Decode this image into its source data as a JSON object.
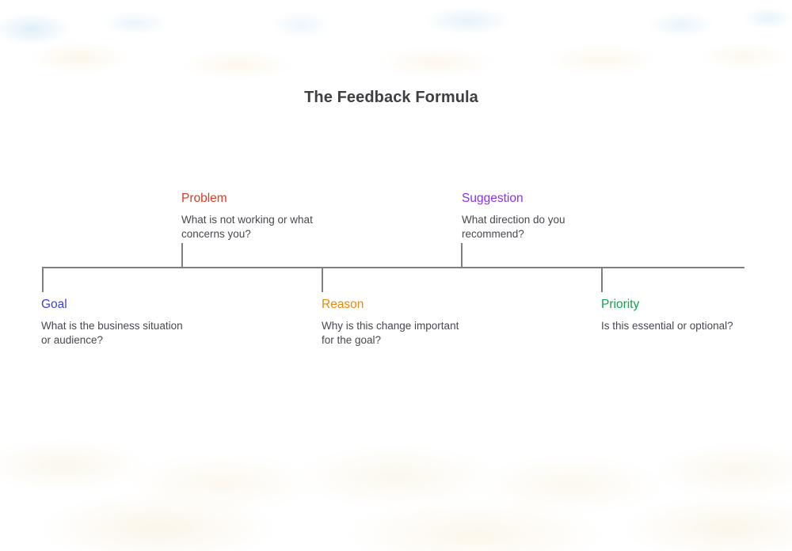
{
  "title": "The Feedback Formula",
  "axis": {
    "line_color": "#7d7f82"
  },
  "steps": [
    {
      "label": "Goal",
      "description": "What is the business situation or audience?",
      "color": "#3f3fd6",
      "position": "below"
    },
    {
      "label": "Problem",
      "description": "What is not working or what concerns you?",
      "color": "#d93d24",
      "position": "above"
    },
    {
      "label": "Reason",
      "description": "Why is this change important for the goal?",
      "color": "#e8890b",
      "position": "below"
    },
    {
      "label": "Suggestion",
      "description": "What direction do you recommend?",
      "color": "#8c30e8",
      "position": "above"
    },
    {
      "label": "Priority",
      "description": "Is this essential or optional?",
      "color": "#12a14e",
      "position": "below"
    }
  ]
}
